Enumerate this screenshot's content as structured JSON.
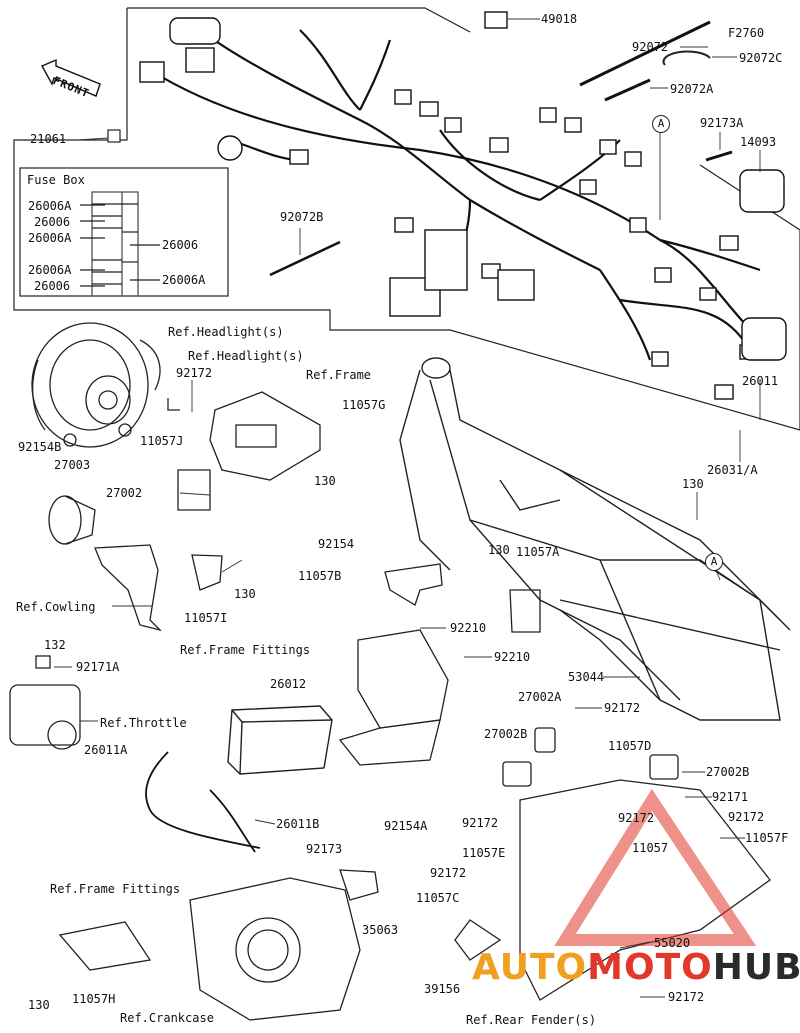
{
  "front_label": "FRONT",
  "fuse_box": {
    "title": "Fuse Box",
    "rows_left": [
      "26006A",
      "26006",
      "26006A",
      "26006A",
      "26006"
    ],
    "rows_right": [
      "26006",
      "26006A"
    ]
  },
  "callout_A": "A",
  "watermark": {
    "part1": "AUTO",
    "part2": "MOTO",
    "part3": "HUB"
  },
  "labels": {
    "p49018": "49018",
    "pF2760": "F2760",
    "p92072": "92072",
    "p92072C": "92072C",
    "p92072A": "92072A",
    "p21061": "21061",
    "p92173A": "92173A",
    "p14093": "14093",
    "p92072B": "92072B",
    "refHeadlight1": "Ref.Headlight(s)",
    "refHeadlight2": "Ref.Headlight(s)",
    "p92172a": "92172",
    "p11057J": "11057J",
    "refFrame": "Ref.Frame",
    "p11057G": "11057G",
    "p26011": "26011",
    "p92154B": "92154B",
    "p27003": "27003",
    "p27002": "27002",
    "p130a": "130",
    "p26031A": "26031/A",
    "p130b": "130",
    "p92154": "92154",
    "p130c": "130",
    "p11057A": "11057A",
    "p11057B": "11057B",
    "p11057I": "11057I",
    "p130d": "130",
    "refCowling": "Ref.Cowling",
    "p92210a": "92210",
    "p132": "132",
    "refFrameFittings1": "Ref.Frame Fittings",
    "p92210b": "92210",
    "p92171A": "92171A",
    "p53044": "53044",
    "p26012": "26012",
    "p27002A": "27002A",
    "p92172b": "92172",
    "refThrottle": "Ref.Throttle",
    "p27002B": "27002B",
    "p11057D": "11057D",
    "p26011A": "26011A",
    "p27002B2": "27002B",
    "p92171": "92171",
    "p92172c": "92172",
    "p92172d": "92172",
    "p26011B": "26011B",
    "p92172e": "92172",
    "p11057F": "11057F",
    "p92154A": "92154A",
    "p11057E": "11057E",
    "p11057": "11057",
    "p92173": "92173",
    "p92172f": "92172",
    "refFrameFittings2": "Ref.Frame Fittings",
    "p11057C": "11057C",
    "p35063": "35063",
    "p55020": "55020",
    "p39156": "39156",
    "p130e": "130",
    "p11057H": "11057H",
    "refCrankcase": "Ref.Crankcase",
    "p92172g": "92172",
    "refRearFender": "Ref.Rear Fender(s)"
  }
}
